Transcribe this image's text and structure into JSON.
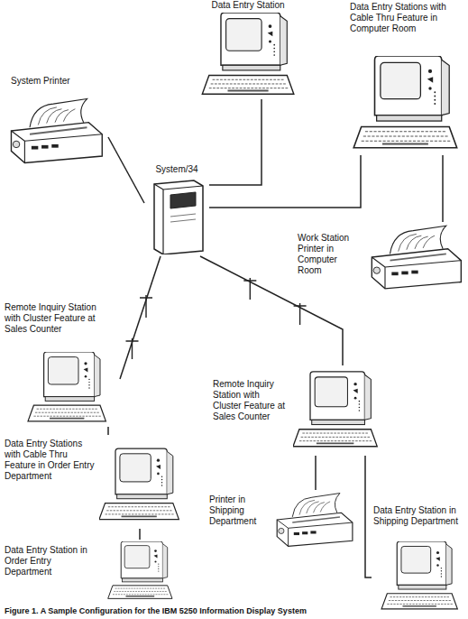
{
  "diagram": {
    "caption": "Figure 1. A Sample Configuration for the IBM 5250 Information Display System",
    "nodes": [
      {
        "text": [
          "Data Entry Station"
        ]
      },
      {
        "text": [
          "System Printer"
        ]
      },
      {
        "text": [
          "Data Entry Stations with Cable Thru Feature in Computer Room"
        ]
      },
      {
        "text": [
          "System/34"
        ]
      },
      {
        "text": [
          "Work Station Printer in Computer Room"
        ]
      },
      {
        "text": [
          "Remote Inquiry Station with Cluster Feature at Sales Counter"
        ]
      },
      {
        "text": [
          "Remote Inquiry Station with Cluster Feature at Sales Counter"
        ]
      },
      {
        "text": [
          "Data Entry Stations with Cable Thru Feature in Order Entry Department"
        ]
      },
      {
        "text": [
          "Printer in Shipping Department"
        ]
      },
      {
        "text": [
          "Data Entry Station in Order Entry Department"
        ]
      },
      {
        "text": [
          "Data Entry Station in Shipping Department"
        ]
      }
    ],
    "edges": [
      {
        "from": 1,
        "to": 3,
        "arrow": "none"
      },
      {
        "from": 3,
        "to": 0,
        "arrow": "none"
      },
      {
        "from": 3,
        "to": 2,
        "arrow": "none"
      },
      {
        "from": 2,
        "to": 4,
        "arrow": "none"
      },
      {
        "from": 3,
        "to": 5,
        "arrow": "none"
      },
      {
        "from": 3,
        "to": 6,
        "arrow": "none"
      },
      {
        "from": 5,
        "to": 7,
        "arrow": "none"
      },
      {
        "from": 7,
        "to": 9,
        "arrow": "none"
      },
      {
        "from": 6,
        "to": 8,
        "arrow": "none"
      },
      {
        "from": 6,
        "to": 10,
        "arrow": "none"
      }
    ]
  }
}
